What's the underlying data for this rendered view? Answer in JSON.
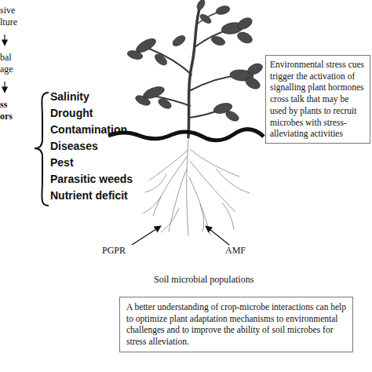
{
  "diagram": {
    "nodes": [
      {
        "text": [
          "Environmental stress cues trigger the activation of signalling plant hormones cross talk that may be used by plants to recruit microbes with stress-alleviating activities"
        ]
      },
      {
        "text": [
          "A better understanding of crop-microbe interactions can help to optimize plant adaptation mechanisms to environmental challenges and to improve the ability of soil microbes for stress alleviation."
        ]
      }
    ],
    "edges": [],
    "labels": [
      "sive lture",
      "bal age",
      "ss ors",
      "Salinity",
      "Drought",
      "Contamination",
      "Diseases",
      "Pest",
      "Parasitic weeds",
      "Nutrient deficit",
      "PGPR",
      "AMF",
      "Soil microbial populations"
    ]
  }
}
